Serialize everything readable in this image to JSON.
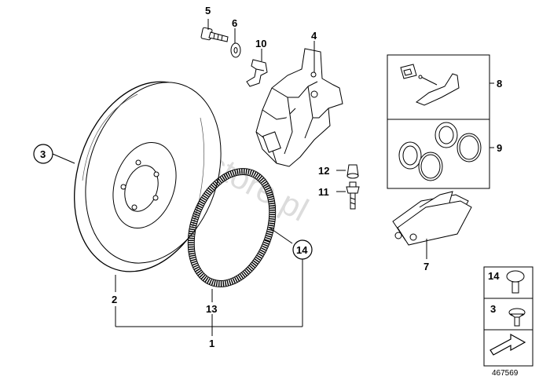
{
  "watermark": "BMWstore.pl",
  "diagram_number": "467569",
  "labels": {
    "p1": "1",
    "p2": "2",
    "p3": "3",
    "p4": "4",
    "p5": "5",
    "p6": "6",
    "p7": "7",
    "p8": "8",
    "p9": "9",
    "p10": "10",
    "p11": "11",
    "p12": "12",
    "p13": "13",
    "p14": "14"
  },
  "legend": {
    "item_a": "14",
    "item_b": "3"
  }
}
